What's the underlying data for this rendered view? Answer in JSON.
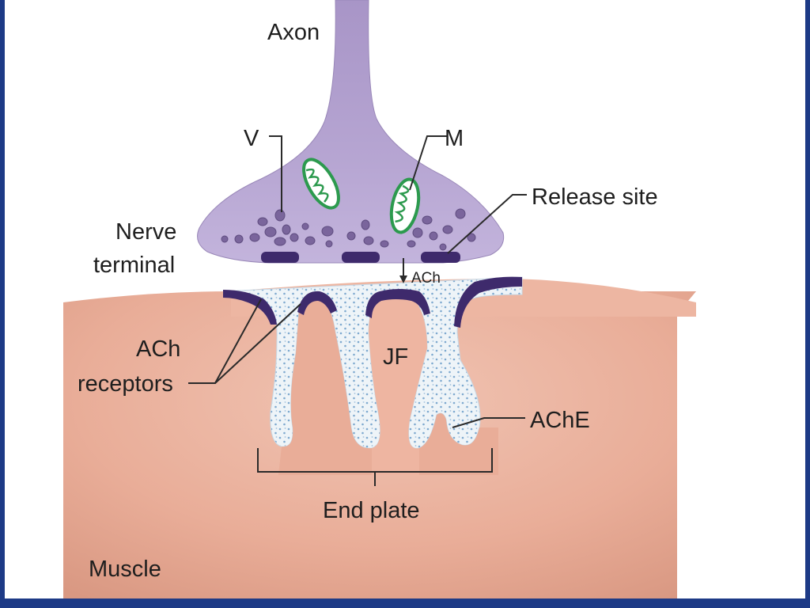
{
  "labels": {
    "axon": "Axon",
    "v": "V",
    "m": "M",
    "release_site": "Release site",
    "nerve": "Nerve",
    "terminal": "terminal",
    "ach": "ACh",
    "ach_receptors_line1": "ACh",
    "ach_receptors_line2": "receptors",
    "jf": "JF",
    "ache": "AChE",
    "end_plate": "End plate",
    "muscle": "Muscle"
  },
  "colors": {
    "frame": "#1d3a86",
    "background": "#ffffff",
    "nerve_terminal": "#b4a3cf",
    "receptor_band": "#3e2a6c",
    "muscle": "#ecb3a0",
    "cleft": "#eef4f8",
    "cleft_dots": "#7ea9cf",
    "mitochondria": "#2c9a4e"
  }
}
